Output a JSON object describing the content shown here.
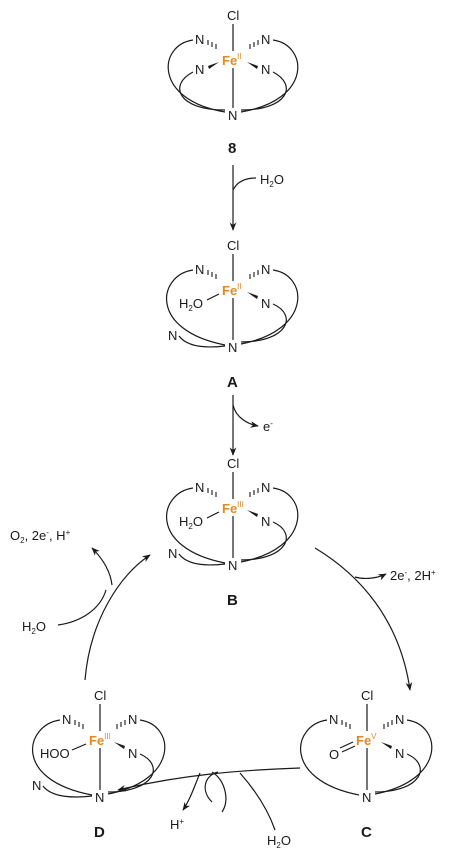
{
  "species": {
    "c8": {
      "label": "8",
      "fe": "Fe",
      "ox": "II",
      "cl": "Cl",
      "n": "N"
    },
    "cA": {
      "label": "A",
      "fe": "Fe",
      "ox": "II",
      "cl": "Cl",
      "n": "N",
      "ligand_main": "H",
      "ligand_sub": "2",
      "ligand_tail": "O"
    },
    "cB": {
      "label": "B",
      "fe": "Fe",
      "ox": "III",
      "cl": "Cl",
      "n": "N",
      "ligand_main": "H",
      "ligand_sub": "2",
      "ligand_tail": "O"
    },
    "cC": {
      "label": "C",
      "fe": "Fe",
      "ox": "V",
      "cl": "Cl",
      "n": "N",
      "ligand_main": "O"
    },
    "cD": {
      "label": "D",
      "fe": "Fe",
      "ox": "III",
      "cl": "Cl",
      "n": "N",
      "ligand_main": "HOO"
    }
  },
  "reagents": {
    "step1": {
      "main": "H",
      "sub": "2",
      "tail": "O"
    },
    "step2": {
      "main": "e",
      "sup": "-"
    },
    "step3": {
      "main": "2e",
      "sup1": "-",
      "mid": ", 2H",
      "sup2": "+"
    },
    "step4_out": {
      "main": "H",
      "sup": "+"
    },
    "step4_in": {
      "main": "H",
      "sub": "2",
      "tail": "O"
    },
    "step5_in": {
      "main": "H",
      "sub": "2",
      "tail": "O"
    },
    "step5_out": {
      "a": "O",
      "a_sub": "2",
      "b": ", 2e",
      "b_sup": "-",
      "c": ", H",
      "c_sup": "+"
    }
  }
}
